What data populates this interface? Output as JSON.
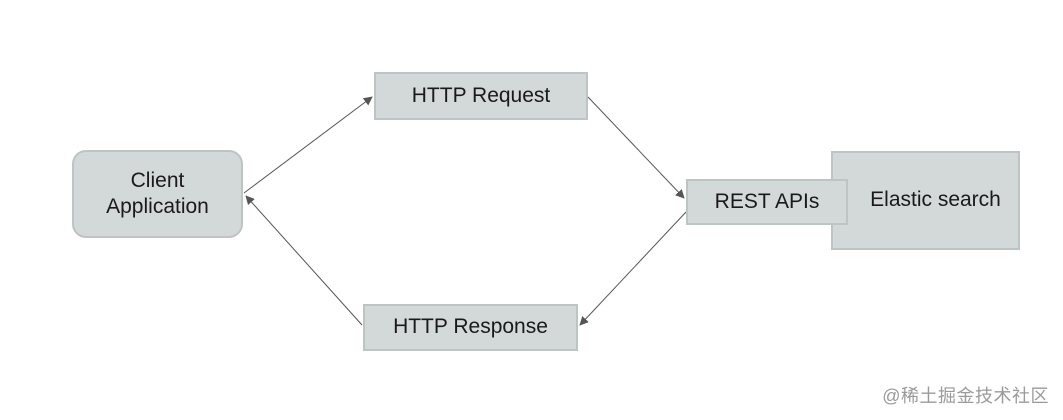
{
  "nodes": {
    "client": [
      "Client",
      "Application"
    ],
    "request": "HTTP Request",
    "response": "HTTP Response",
    "rest": "REST APIs",
    "elastic": "Elastic search"
  },
  "watermark": "@稀土掘金技术社区",
  "colors": {
    "box_fill": "#d3d8d8",
    "box_border": "#bdc4c4",
    "arrow": "#555555"
  }
}
